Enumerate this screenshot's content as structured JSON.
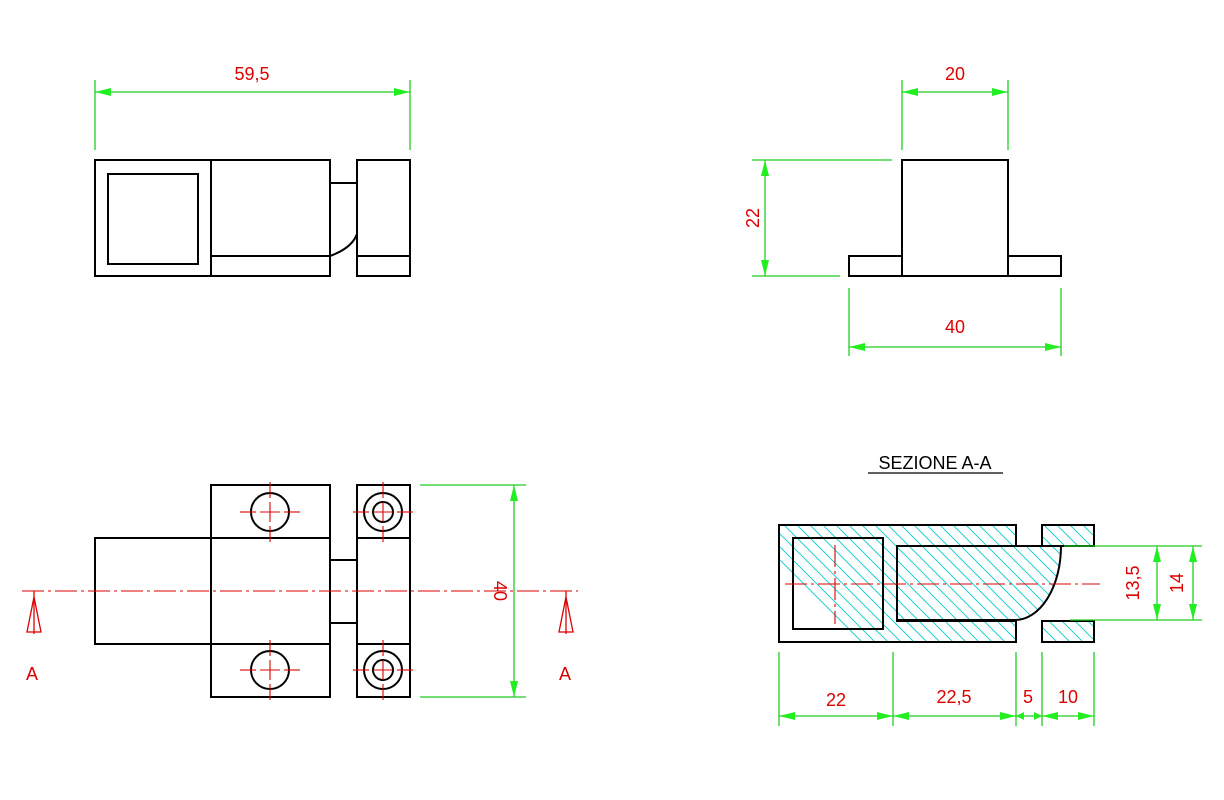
{
  "dimensions": {
    "front_width": "59,5",
    "side_top": "20",
    "side_height": "22",
    "side_base": "40",
    "top_height": "40",
    "sec_22": "22",
    "sec_22_5": "22,5",
    "sec_5": "5",
    "sec_10": "10",
    "sec_13_5": "13,5",
    "sec_14": "14"
  },
  "section": {
    "title": "SEZIONE A-A",
    "marker_left": "A",
    "marker_right": "A"
  },
  "colors": {
    "outline": "#000000",
    "dimension": "#22cc22",
    "text": "#dd0000",
    "hatch": "#00cccc"
  }
}
